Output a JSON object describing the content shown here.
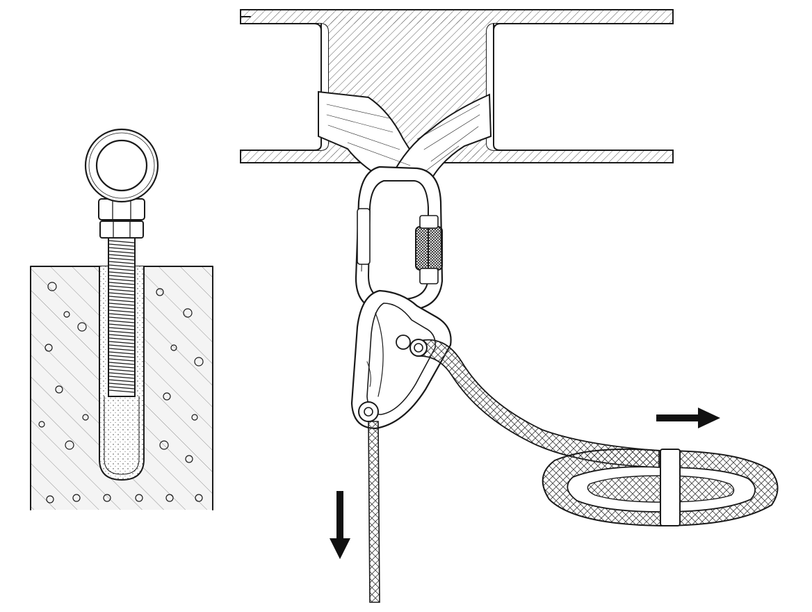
{
  "diagram": {
    "panels": [
      {
        "id": "eye-bolt-anchor",
        "components": [
          "eye-ring",
          "hex-nut",
          "threaded-rod",
          "resin-filled-hole",
          "concrete-block"
        ]
      },
      {
        "id": "beam-anchor-system",
        "components": [
          "i-beam",
          "webbing-sling",
          "screwgate-carabiner",
          "descender-device",
          "rope-to-load",
          "rope-coil"
        ]
      }
    ],
    "arrows": [
      {
        "id": "downward-load",
        "direction": "down"
      },
      {
        "id": "rope-pull",
        "direction": "right"
      }
    ],
    "colors": {
      "ink": "#1a1a1a",
      "background": "#ffffff",
      "hatch": "#555555",
      "concrete": "#f4f4f4"
    }
  }
}
